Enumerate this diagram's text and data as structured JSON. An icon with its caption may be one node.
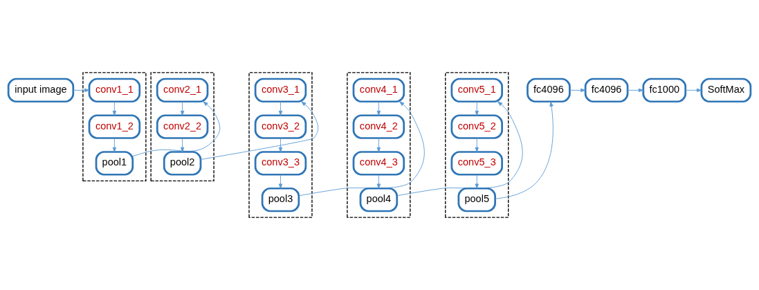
{
  "diagram": {
    "nodes": [
      {
        "text": [
          "input image"
        ]
      },
      {
        "text": [],
        "shape": "box"
      },
      {
        "text": [
          "conv1_1"
        ],
        "in": 1
      },
      {
        "text": [
          "conv1_2"
        ],
        "in": 1
      },
      {
        "text": [
          "pool1"
        ],
        "in": 1
      },
      {
        "text": [],
        "shape": "box"
      },
      {
        "text": [
          "conv2_1"
        ],
        "in": 5
      },
      {
        "text": [
          "conv2_2"
        ],
        "in": 5
      },
      {
        "text": [
          "pool2"
        ],
        "in": 5
      },
      {
        "text": [],
        "shape": "box"
      },
      {
        "text": [
          "conv3_1"
        ],
        "in": 9
      },
      {
        "text": [
          "conv3_2"
        ],
        "in": 9
      },
      {
        "text": [
          "conv3_3"
        ],
        "in": 9
      },
      {
        "text": [
          "pool3"
        ],
        "in": 9
      },
      {
        "text": [],
        "shape": "box"
      },
      {
        "text": [
          "conv4_1"
        ],
        "in": 14
      },
      {
        "text": [
          "conv4_2"
        ],
        "in": 14
      },
      {
        "text": [
          "conv4_3"
        ],
        "in": 14
      },
      {
        "text": [
          "pool4"
        ],
        "in": 14
      },
      {
        "text": [],
        "shape": "box"
      },
      {
        "text": [
          "conv5_1"
        ],
        "in": 19
      },
      {
        "text": [
          "conv5_2"
        ],
        "in": 19
      },
      {
        "text": [
          "conv5_3"
        ],
        "in": 19
      },
      {
        "text": [
          "pool5"
        ],
        "in": 19
      },
      {
        "text": [
          "fc4096"
        ]
      },
      {
        "text": [
          "fc4096"
        ]
      },
      {
        "text": [
          "fc1000"
        ]
      },
      {
        "text": [
          "SoftMax"
        ]
      }
    ],
    "edges": [
      {
        "from": 0,
        "to": 2,
        "arrow": "to"
      },
      {
        "from": 2,
        "to": 3,
        "arrow": "to"
      },
      {
        "from": 3,
        "to": 4,
        "arrow": "to"
      },
      {
        "from": 4,
        "to": 6,
        "arrow": "to"
      },
      {
        "from": 6,
        "to": 7,
        "arrow": "to"
      },
      {
        "from": 7,
        "to": 8,
        "arrow": "to"
      },
      {
        "from": 8,
        "to": 10,
        "arrow": "to"
      },
      {
        "from": 10,
        "to": 11,
        "arrow": "to"
      },
      {
        "from": 11,
        "to": 12,
        "arrow": "to"
      },
      {
        "from": 12,
        "to": 13,
        "arrow": "to"
      },
      {
        "from": 13,
        "to": 15,
        "arrow": "to"
      },
      {
        "from": 15,
        "to": 16,
        "arrow": "to"
      },
      {
        "from": 16,
        "to": 17,
        "arrow": "to"
      },
      {
        "from": 17,
        "to": 18,
        "arrow": "to"
      },
      {
        "from": 18,
        "to": 20,
        "arrow": "to"
      },
      {
        "from": 20,
        "to": 21,
        "arrow": "to"
      },
      {
        "from": 21,
        "to": 22,
        "arrow": "to"
      },
      {
        "from": 22,
        "to": 23,
        "arrow": "to"
      },
      {
        "from": 23,
        "to": 24,
        "arrow": "to"
      },
      {
        "from": 24,
        "to": 25,
        "arrow": "to"
      },
      {
        "from": 25,
        "to": 26,
        "arrow": "to"
      },
      {
        "from": 26,
        "to": 27,
        "arrow": "to"
      }
    ]
  }
}
